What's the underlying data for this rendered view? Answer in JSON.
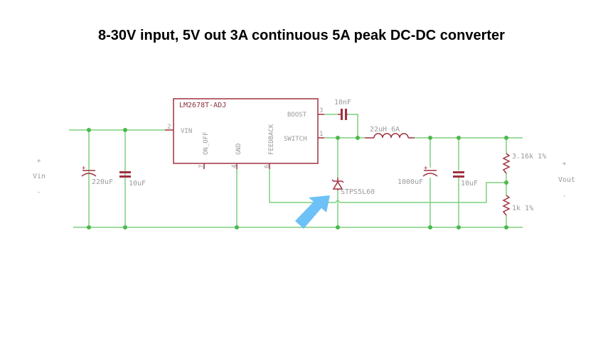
{
  "title": "8-30V input, 5V out 3A continuous 5A peak DC-DC converter",
  "ic": {
    "part": "LM2678T-ADJ",
    "pins": [
      {
        "num": "2",
        "name": "VIN"
      },
      {
        "num": "3",
        "name": "BOOST"
      },
      {
        "num": "1",
        "name": "SWITCH"
      },
      {
        "num": "7",
        "name": "ON_OFF"
      },
      {
        "num": "4",
        "name": "GND"
      },
      {
        "num": "6",
        "name": "FEEDBACK"
      }
    ]
  },
  "components": {
    "c_in_bulk": "220uF",
    "c_in_ceramic": "10uF",
    "c_boost": "10nF",
    "inductor": "22uH 6A",
    "diode": "STPS5L60",
    "c_out_bulk": "1000uF",
    "c_out_ceramic": "10uF",
    "r_top": "3.16k 1%",
    "r_bottom": "1k 1%"
  },
  "ports": {
    "input": {
      "label": "Vin",
      "plus": "+",
      "minus": "-"
    },
    "output": {
      "label": "Vout",
      "plus": "+",
      "minus": "-"
    }
  },
  "colors": {
    "wire": "#7fcf7f",
    "symbol": "#a03040",
    "junction": "#4cb84c",
    "label": "#9a9a9a",
    "pointer_arrow": "#6ec1f7"
  }
}
